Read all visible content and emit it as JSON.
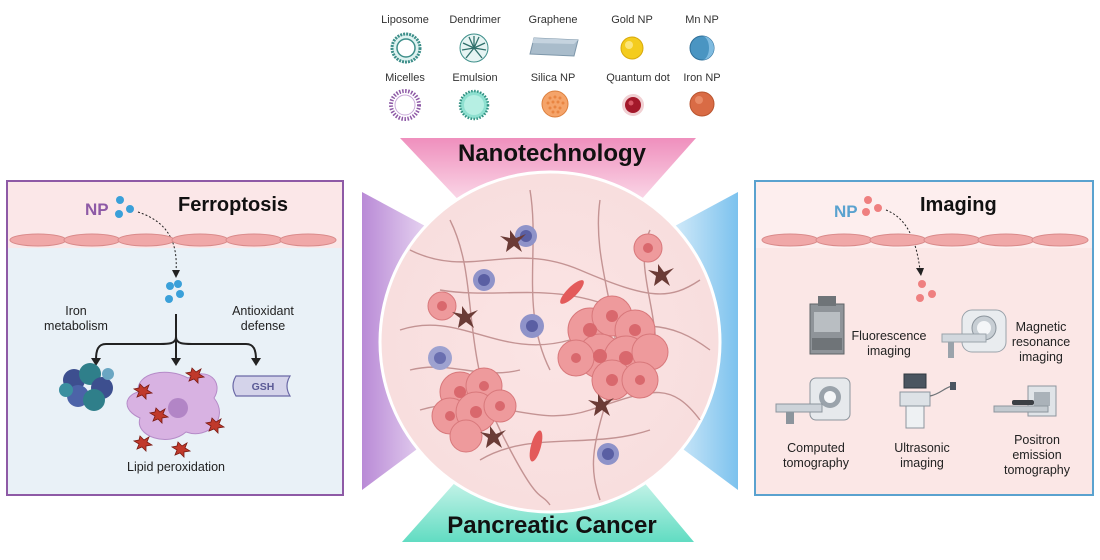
{
  "nanoparticles": {
    "row1": [
      {
        "label": "Liposome",
        "icon": "liposome-icon"
      },
      {
        "label": "Dendrimer",
        "icon": "dendrimer-icon"
      },
      {
        "label": "Graphene",
        "icon": "graphene-icon"
      },
      {
        "label": "Gold NP",
        "icon": "gold-np-icon"
      },
      {
        "label": "Mn NP",
        "icon": "mn-np-icon"
      }
    ],
    "row2": [
      {
        "label": "Micelles",
        "icon": "micelles-icon"
      },
      {
        "label": "Emulsion",
        "icon": "emulsion-icon"
      },
      {
        "label": "Silica NP",
        "icon": "silica-np-icon"
      },
      {
        "label": "Quantum dot",
        "icon": "quantum-dot-icon"
      },
      {
        "label": "Iron NP",
        "icon": "iron-np-icon"
      }
    ]
  },
  "center": {
    "top_title": "Nanotechnology",
    "bottom_title": "Pancreatic Cancer"
  },
  "ferroptosis": {
    "title": "Ferroptosis",
    "np_tag": "NP",
    "iron_metabolism": "Iron metabolism",
    "antioxidant_defense": "Antioxidant defense",
    "gsh": "GSH",
    "lipid_peroxidation": "Lipid peroxidation"
  },
  "imaging": {
    "title": "Imaging",
    "np_tag": "NP",
    "fluorescence": "Fluorescence imaging",
    "mri": "Magnetic resonance imaging",
    "ct": "Computed tomography",
    "ultrasonic": "Ultrasonic imaging",
    "pet": "Positron emission tomography"
  },
  "colors": {
    "ferroptosis_border": "#8e5aa6",
    "imaging_border": "#5aa2cf",
    "top_banner": "#f1a7c7",
    "bottom_banner": "#7fe0cc"
  }
}
